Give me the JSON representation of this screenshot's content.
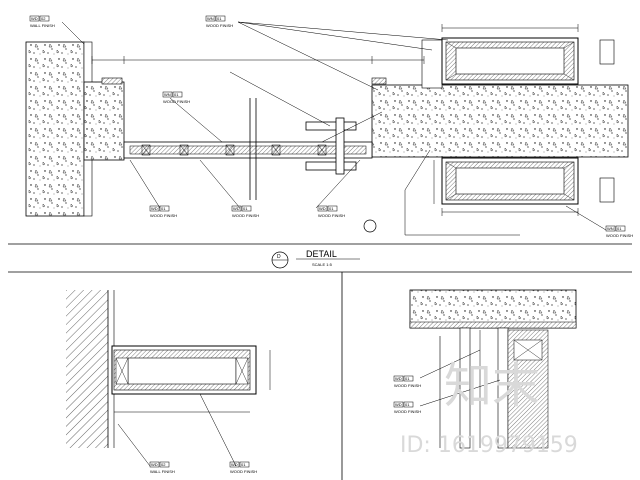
{
  "tags": {
    "wall_top": {
      "code": "WD",
      "num": "02",
      "finish": "WALL FINISH"
    },
    "wood_top": {
      "code": "WN",
      "num": "01",
      "finish": "WOOD FINISH"
    },
    "wood_mid": {
      "code": "WN",
      "num": "01",
      "finish": "WOOD FINISH"
    },
    "wood_bl": {
      "code": "WD",
      "num": "01",
      "finish": "WOOD FINISH"
    },
    "wood_bm": {
      "code": "WD",
      "num": "01",
      "finish": "WOOD FINISH"
    },
    "wood_br": {
      "code": "WD",
      "num": "01",
      "finish": "WOOD FINISH"
    },
    "wood_right": {
      "code": "WN",
      "num": "01",
      "finish": "WOOD FINISH"
    },
    "detail_l_wall": {
      "code": "WD",
      "num": "02",
      "finish": "WALL FINISH"
    },
    "detail_l_wood": {
      "code": "WD",
      "num": "01",
      "finish": "WOOD FINISH"
    },
    "detail_r_1": {
      "code": "WD",
      "num": "01",
      "finish": "WOOD FINISH"
    },
    "detail_r_2": {
      "code": "WD",
      "num": "01",
      "finish": "WOOD FINISH"
    }
  },
  "title_block": {
    "number": "D",
    "title": "DETAIL",
    "scale": "SCALE 1:5"
  },
  "watermark": {
    "brand": "知末",
    "id_text": "ID: 1619979159"
  }
}
